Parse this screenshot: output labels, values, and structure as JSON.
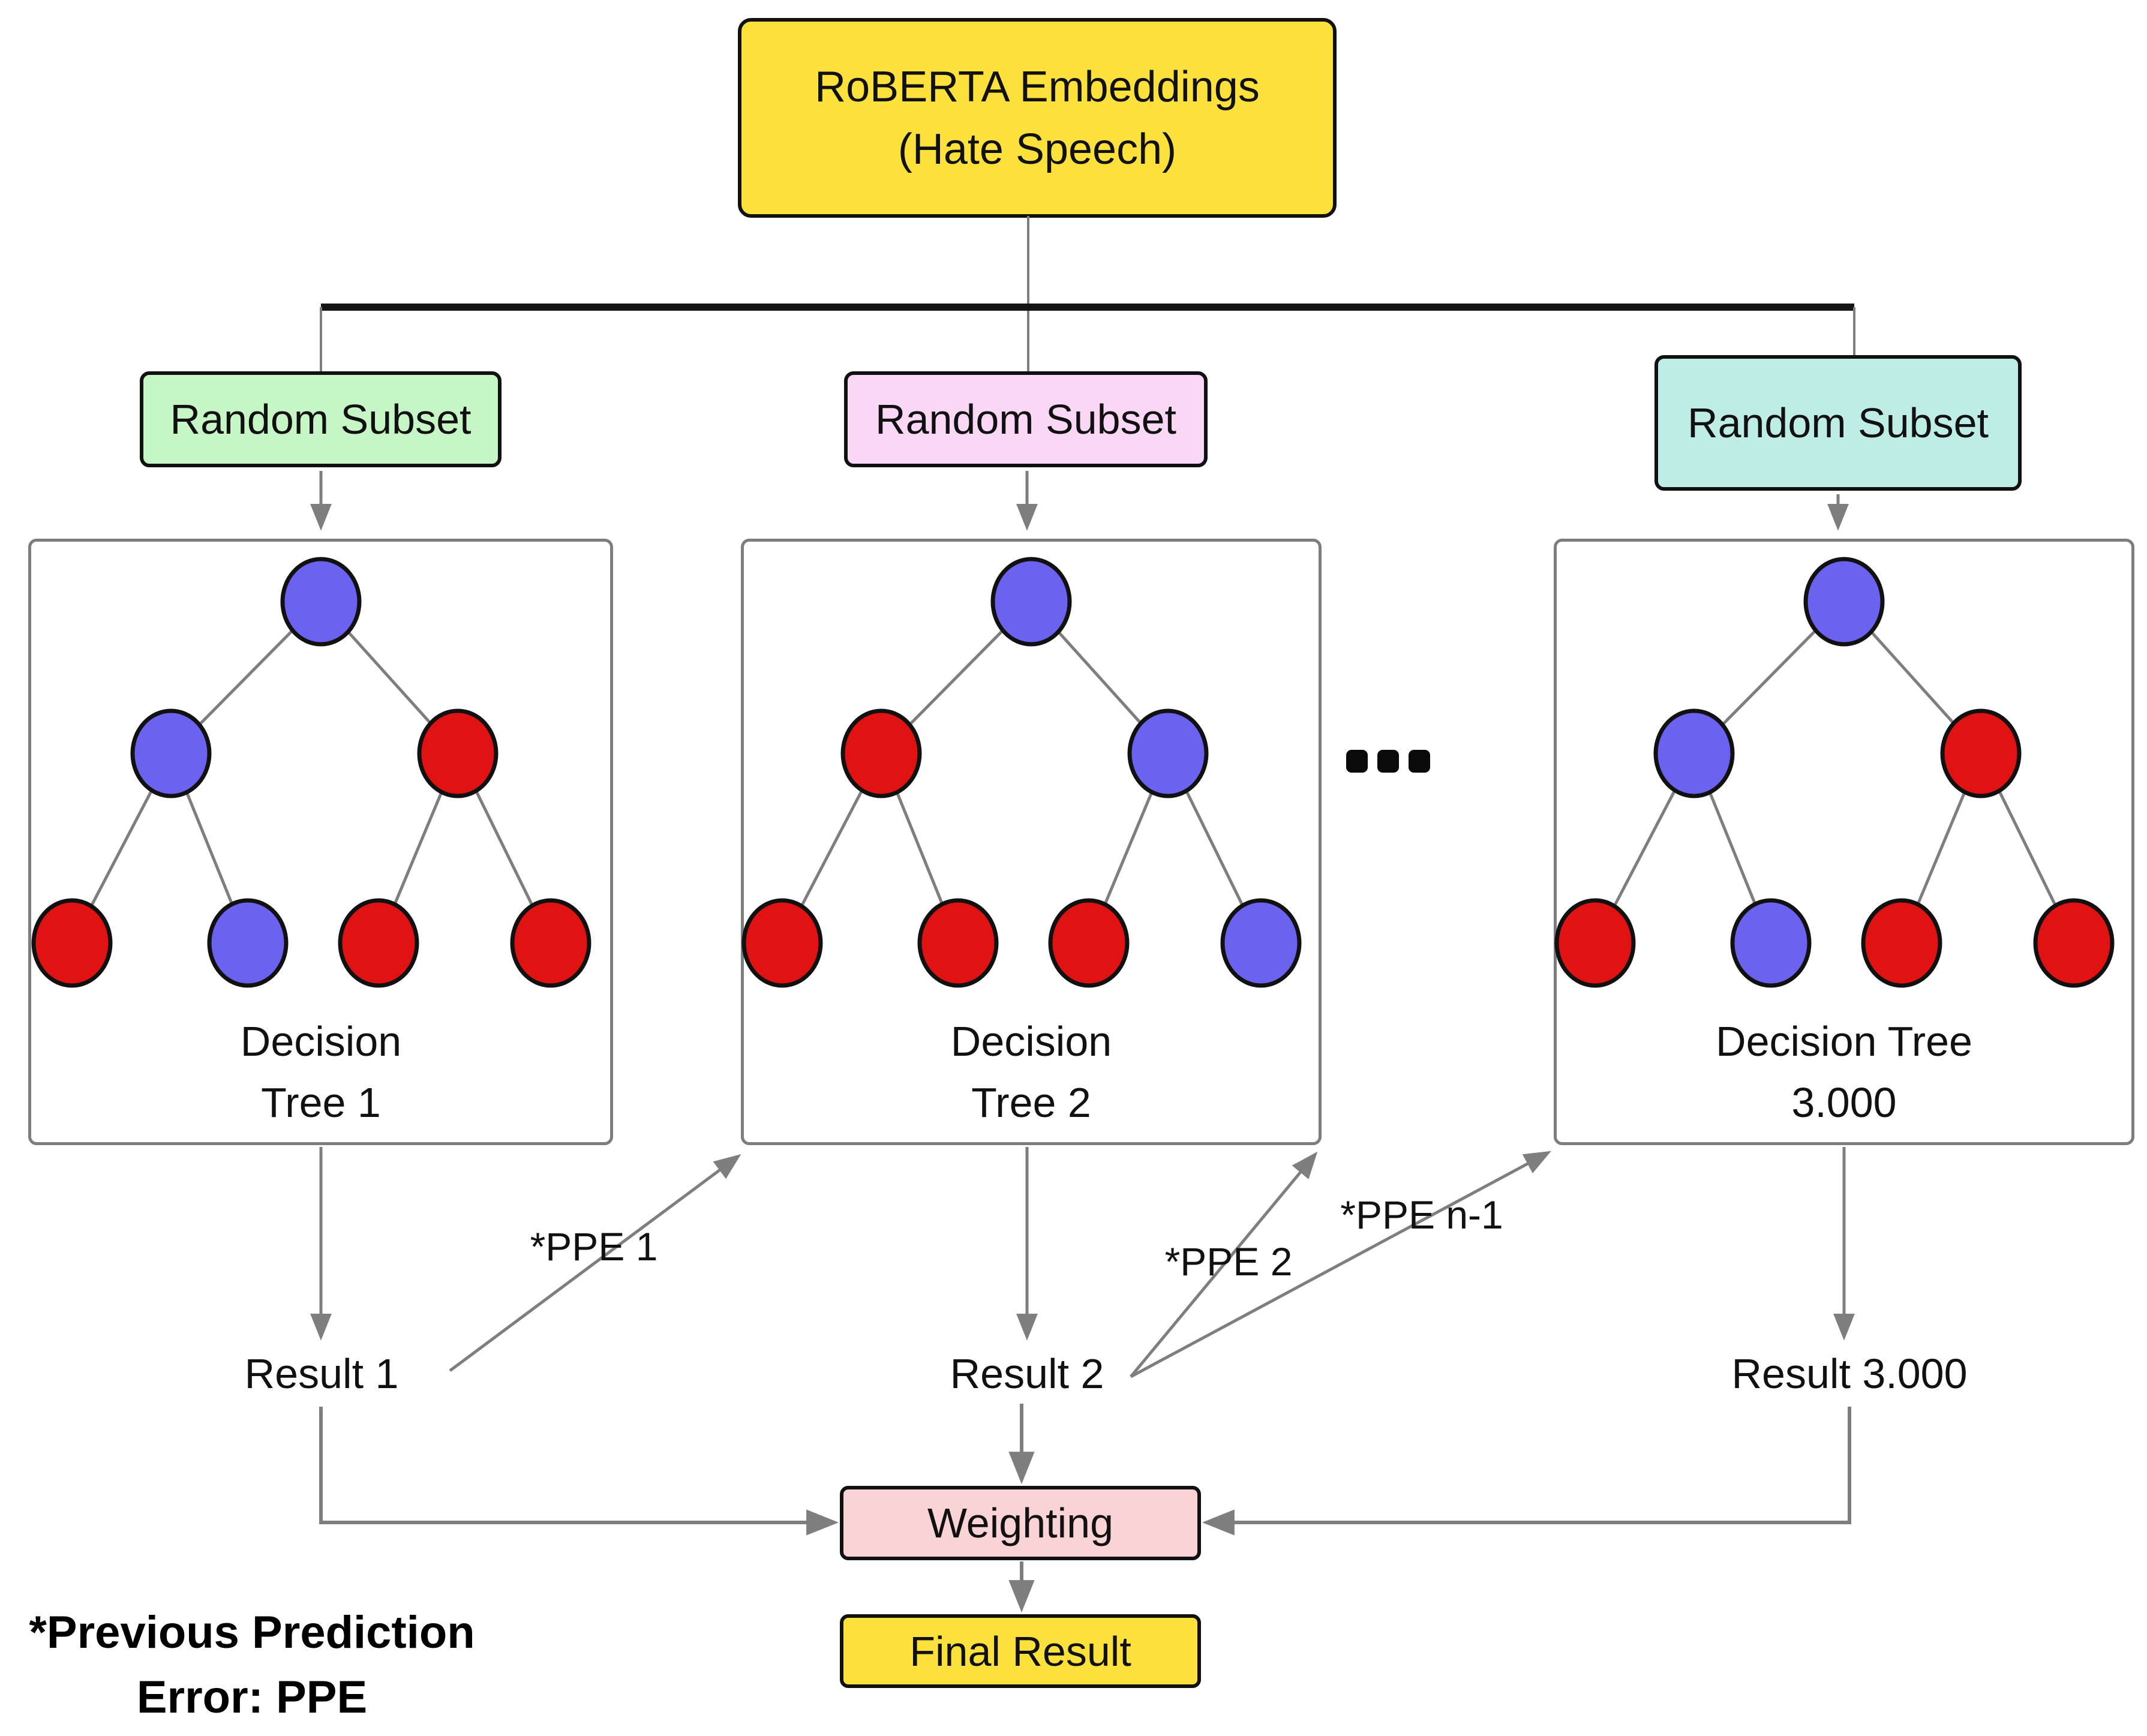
{
  "diagram": {
    "title": {
      "line1": "RoBERTA Embeddings",
      "line2": "(Hate Speech)"
    },
    "subsets": [
      {
        "label": "Random Subset",
        "color": "#C6F5C6"
      },
      {
        "label": "Random Subset",
        "color": "#FBD7F6"
      },
      {
        "label": "Random Subset",
        "color": "#BEEDE6"
      }
    ],
    "trees": [
      {
        "label_line1": "Decision",
        "label_line2": "Tree 1",
        "nodes": {
          "root": "#6B63F0",
          "l2_left": "#6B63F0",
          "l2_right": "#E01212",
          "l3_1": "#E01212",
          "l3_2": "#6B63F0",
          "l3_3": "#E01212",
          "l3_4": "#E01212"
        }
      },
      {
        "label_line1": "Decision",
        "label_line2": "Tree 2",
        "nodes": {
          "root": "#6B63F0",
          "l2_left": "#E01212",
          "l2_right": "#6B63F0",
          "l3_1": "#E01212",
          "l3_2": "#E01212",
          "l3_3": "#E01212",
          "l3_4": "#6B63F0"
        }
      },
      {
        "label_line1": "Decision Tree",
        "label_line2": "3.000",
        "nodes": {
          "root": "#6B63F0",
          "l2_left": "#6B63F0",
          "l2_right": "#E01212",
          "l3_1": "#E01212",
          "l3_2": "#6B63F0",
          "l3_3": "#E01212",
          "l3_4": "#E01212"
        }
      }
    ],
    "ellipsis_icon": "...",
    "ppe_labels": [
      "*PPE 1",
      "*PPE 2",
      "*PPE n-1"
    ],
    "results": [
      "Result 1",
      "Result 2",
      "Result 3.000"
    ],
    "weighting_label": "Weighting",
    "final_label": "Final Result",
    "footnote": {
      "line1": "*Previous Prediction",
      "line2": "Error: PPE"
    },
    "colors": {
      "node_blue": "#6B63F0",
      "node_red": "#E01212",
      "box_yellow": "#FCE03C",
      "subset_green": "#C6F5C6",
      "subset_pink": "#FBD7F6",
      "subset_teal": "#BEEDE6",
      "weighting_pink": "#F9D3D5",
      "connector_gray": "#7E7E7E",
      "trunk_black": "#141414"
    }
  }
}
